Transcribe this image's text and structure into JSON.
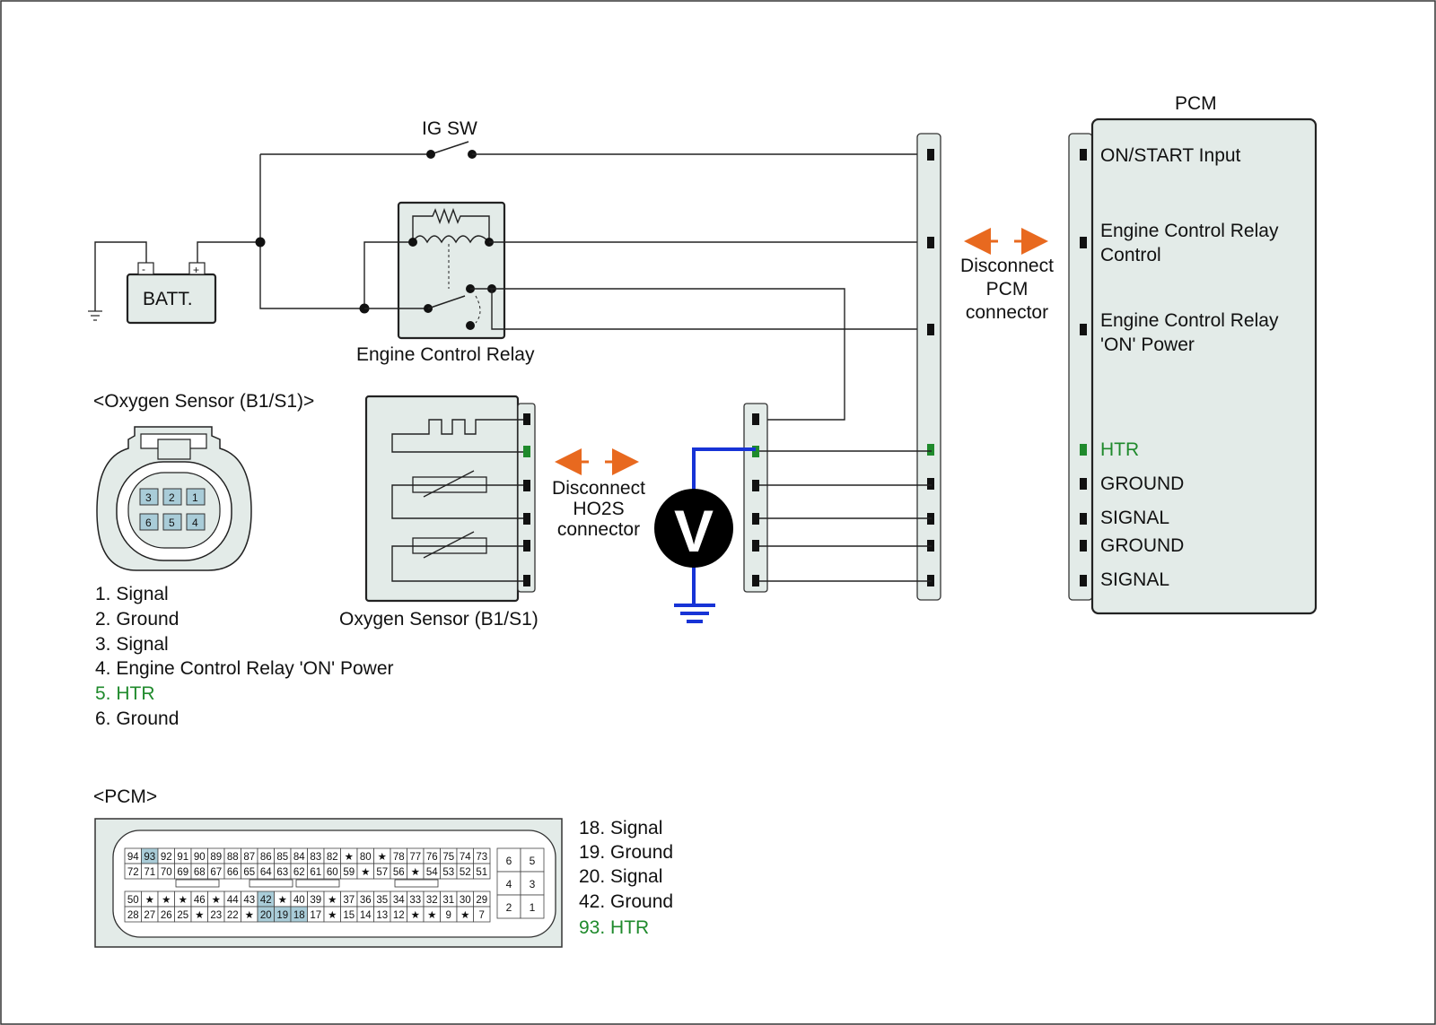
{
  "circuit": {
    "ig_sw_label": "IG SW",
    "battery_label": "BATT.",
    "battery_neg": "-",
    "battery_pos": "+",
    "relay_label": "Engine Control Relay",
    "sensor_label": "Oxygen Sensor (B1/S1)",
    "disconnect_ho2s": [
      "Disconnect",
      "HO2S",
      "connector"
    ],
    "disconnect_pcm": [
      "Disconnect",
      "PCM",
      "connector"
    ],
    "voltmeter": "V"
  },
  "pcm": {
    "title": "PCM",
    "pins": [
      {
        "label": "ON/START Input",
        "line2": ""
      },
      {
        "label": "Engine Control Relay",
        "line2": "Control"
      },
      {
        "label": "Engine Control Relay",
        "line2": "'ON' Power"
      },
      {
        "label": "HTR",
        "line2": ""
      },
      {
        "label": "GROUND",
        "line2": ""
      },
      {
        "label": "SIGNAL",
        "line2": ""
      },
      {
        "label": "GROUND",
        "line2": ""
      },
      {
        "label": "SIGNAL",
        "line2": ""
      }
    ]
  },
  "sensor_connector": {
    "title": "<Oxygen Sensor (B1/S1)>",
    "pin_numbers": [
      "3",
      "2",
      "1",
      "6",
      "5",
      "4"
    ],
    "legend": [
      "1. Signal",
      "2. Ground",
      "3. Signal",
      "4. Engine Control Relay 'ON' Power",
      "5. HTR",
      "6. Ground"
    ]
  },
  "pcm_connector": {
    "title": "<PCM>",
    "rows": [
      [
        "94",
        "93",
        "92",
        "91",
        "90",
        "89",
        "88",
        "87",
        "86",
        "85",
        "84",
        "83",
        "82",
        "★",
        "80",
        "★",
        "78",
        "77",
        "76",
        "75",
        "74",
        "73"
      ],
      [
        "72",
        "71",
        "70",
        "69",
        "68",
        "67",
        "66",
        "65",
        "64",
        "63",
        "62",
        "61",
        "60",
        "59",
        "★",
        "57",
        "56",
        "★",
        "54",
        "53",
        "52",
        "51"
      ],
      [
        "50",
        "★",
        "★",
        "★",
        "46",
        "★",
        "44",
        "43",
        "42",
        "★",
        "40",
        "39",
        "★",
        "37",
        "36",
        "35",
        "34",
        "33",
        "32",
        "31",
        "30",
        "29"
      ],
      [
        "28",
        "27",
        "26",
        "25",
        "★",
        "23",
        "22",
        "★",
        "20",
        "19",
        "18",
        "17",
        "★",
        "15",
        "14",
        "13",
        "12",
        "★",
        "★",
        "9",
        "★",
        "7"
      ]
    ],
    "small_block": [
      "6",
      "5",
      "4",
      "3",
      "2",
      "1"
    ],
    "legend": [
      "18. Signal",
      "19. Ground",
      "20. Signal",
      "42. Ground",
      "93. HTR"
    ]
  }
}
